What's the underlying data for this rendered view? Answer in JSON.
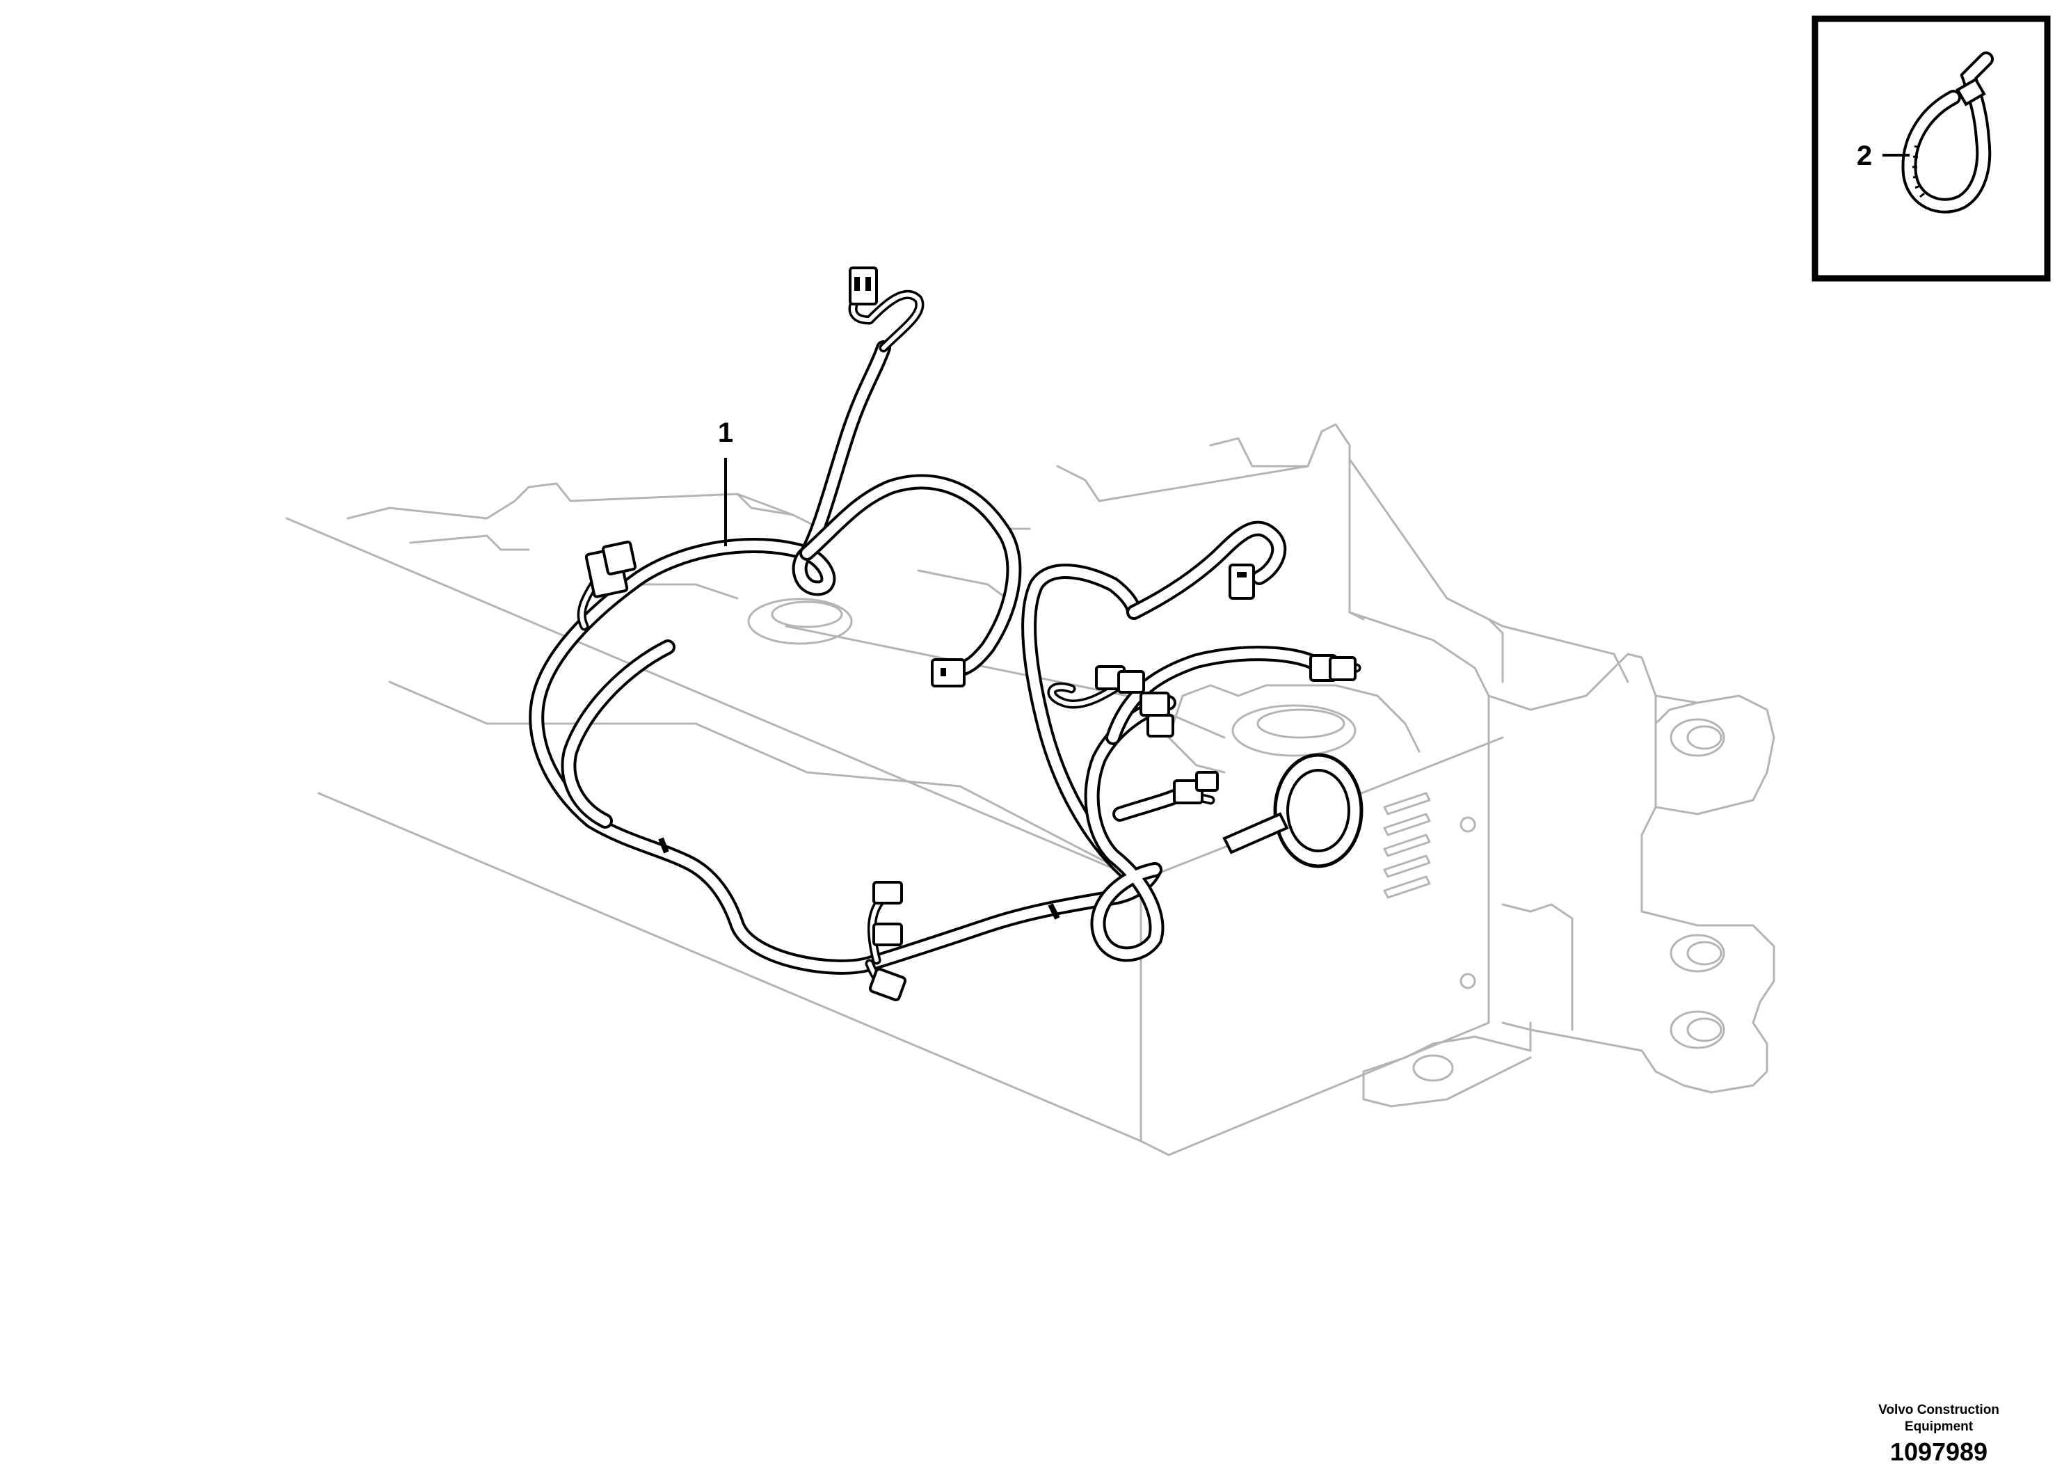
{
  "callouts": [
    {
      "label": "1"
    },
    {
      "label": "2"
    }
  ],
  "footer": {
    "company_line1": "Volvo Construction",
    "company_line2": "Equipment",
    "reference_number": "1097989"
  },
  "colors": {
    "line_art": "#000000",
    "background_frame": "#b4b4b4",
    "background": "#ffffff"
  },
  "icons": [
    "cable-tie-icon"
  ]
}
